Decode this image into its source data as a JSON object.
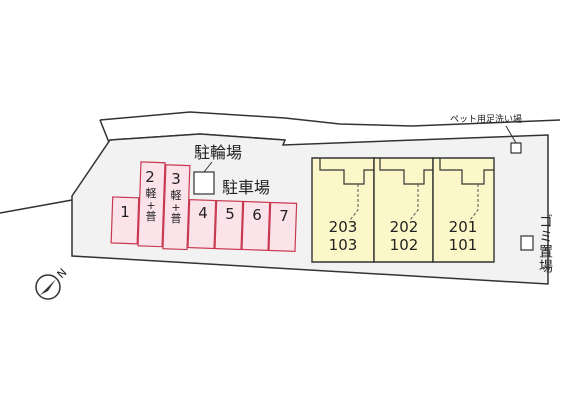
{
  "labels": {
    "bike_parking": "駐輪場",
    "car_parking": "駐車場",
    "pet_foot_wash": "ペット用足洗い場",
    "garbage": "ゴミ置場",
    "north": "N"
  },
  "parking": {
    "spaces": [
      {
        "number": "1"
      },
      {
        "number": "2",
        "note": [
          "軽",
          "+",
          "普"
        ]
      },
      {
        "number": "3",
        "note": [
          "軽",
          "+",
          "普"
        ]
      },
      {
        "number": "4"
      },
      {
        "number": "5"
      },
      {
        "number": "6"
      },
      {
        "number": "7"
      }
    ]
  },
  "units": [
    {
      "upper": "203",
      "lower": "103"
    },
    {
      "upper": "202",
      "lower": "102"
    },
    {
      "upper": "201",
      "lower": "101"
    }
  ],
  "colors": {
    "parking_fill": "#fbe3ea",
    "parking_stroke": "#c8384f",
    "building_fill": "#fbf7c8",
    "site_fill": "#f2f2f2",
    "outline": "#333333"
  }
}
